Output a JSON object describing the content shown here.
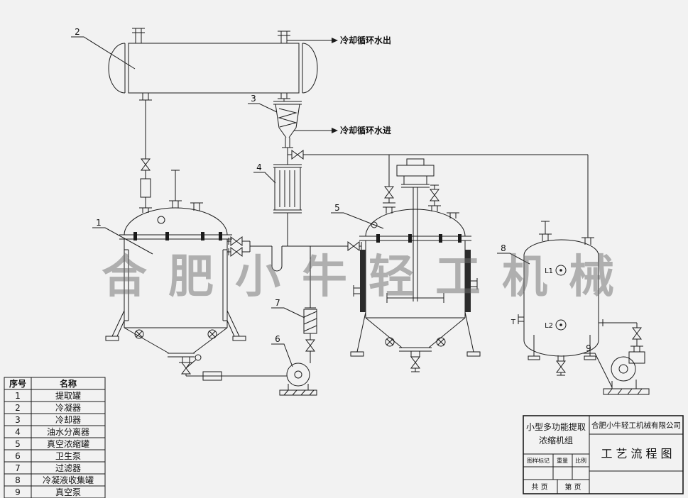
{
  "watermark": "合肥小牛轻工机械",
  "annotations": {
    "cooling_water_out": "冷却循环水出",
    "cooling_water_in": "冷却循环水进",
    "level_1": "L1",
    "level_2": "L2",
    "temp_port": "T"
  },
  "equipment_labels": {
    "e1": "1",
    "e2": "2",
    "e3": "3",
    "e4": "4",
    "e5": "5",
    "e6": "6",
    "e7": "7",
    "e8": "8",
    "e9": "9"
  },
  "legend": {
    "headers": {
      "no": "序号",
      "name": "名称"
    },
    "rows": [
      {
        "no": "1",
        "name": "提取罐"
      },
      {
        "no": "2",
        "name": "冷凝器"
      },
      {
        "no": "3",
        "name": "冷却器"
      },
      {
        "no": "4",
        "name": "油水分离器"
      },
      {
        "no": "5",
        "name": "真空浓缩罐"
      },
      {
        "no": "6",
        "name": "卫生泵"
      },
      {
        "no": "7",
        "name": "过滤器"
      },
      {
        "no": "8",
        "name": "冷凝液收集罐"
      },
      {
        "no": "9",
        "name": "真空泵"
      }
    ]
  },
  "title_block": {
    "product_line1": "小型多功能提取",
    "product_line2": "浓缩机组",
    "company": "合肥小牛轻工机械有限公司",
    "drawing_title": "工艺流程图",
    "mark_label": "图样标记",
    "weight_label": "重量",
    "scale_label": "比例",
    "total_pages": "共  页",
    "page_no": "第  页"
  },
  "colors": {
    "background": "#f2f2f2",
    "line": "#1b1b1b",
    "watermark": "#6e6e6e",
    "jacket_fill": "#2b2b2b"
  }
}
